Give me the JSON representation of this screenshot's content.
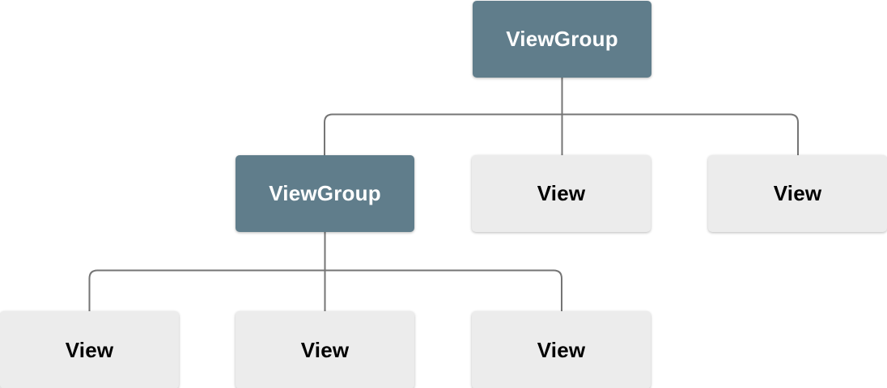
{
  "diagram": {
    "nodes": {
      "root": {
        "label": "ViewGroup",
        "type": "viewgroup"
      },
      "child_viewgroup": {
        "label": "ViewGroup",
        "type": "viewgroup"
      },
      "child_view_mid": {
        "label": "View",
        "type": "view"
      },
      "child_view_right": {
        "label": "View",
        "type": "view"
      },
      "leaf_view_left": {
        "label": "View",
        "type": "view"
      },
      "leaf_view_mid": {
        "label": "View",
        "type": "view"
      },
      "leaf_view_right": {
        "label": "View",
        "type": "view"
      }
    },
    "colors": {
      "viewgroup_fill": "#607d8b",
      "viewgroup_text": "#ffffff",
      "view_fill": "#ececec",
      "view_text": "#000000",
      "connector": "#757575",
      "background": "#ffffff"
    }
  }
}
